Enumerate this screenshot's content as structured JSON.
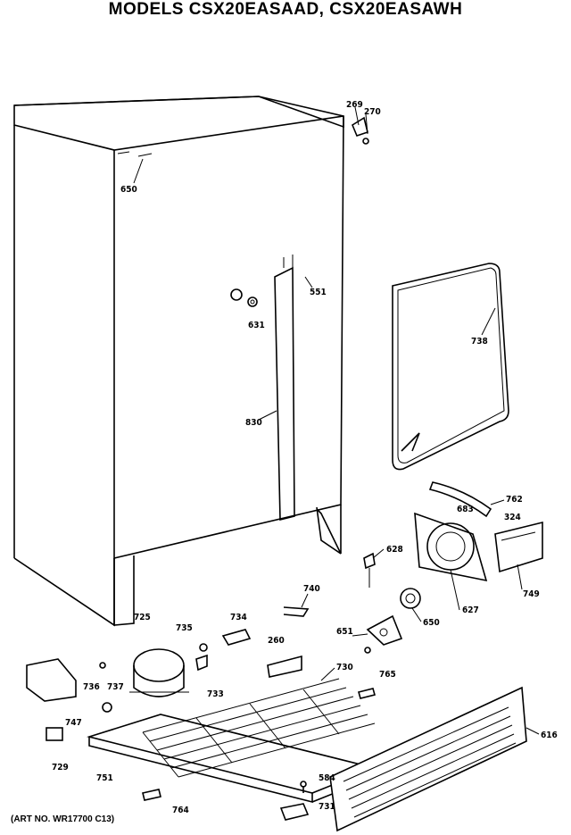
{
  "header": {
    "title": "MODELS CSX20EASAAD, CSX20EASAWH"
  },
  "footer": {
    "art_number": "(ART NO. WR17700 C13)"
  },
  "parts": [
    {
      "id": "p269",
      "label": "269"
    },
    {
      "id": "p270",
      "label": "270"
    },
    {
      "id": "p650a",
      "label": "650"
    },
    {
      "id": "p551",
      "label": "551"
    },
    {
      "id": "p631",
      "label": "631"
    },
    {
      "id": "p738",
      "label": "738"
    },
    {
      "id": "p830",
      "label": "830"
    },
    {
      "id": "p762",
      "label": "762"
    },
    {
      "id": "p683",
      "label": "683"
    },
    {
      "id": "p324",
      "label": "324"
    },
    {
      "id": "p628",
      "label": "628"
    },
    {
      "id": "p740",
      "label": "740"
    },
    {
      "id": "p627",
      "label": "627"
    },
    {
      "id": "p749",
      "label": "749"
    },
    {
      "id": "p725",
      "label": "725"
    },
    {
      "id": "p735",
      "label": "735"
    },
    {
      "id": "p734",
      "label": "734"
    },
    {
      "id": "p650b",
      "label": "650"
    },
    {
      "id": "p651",
      "label": "651"
    },
    {
      "id": "p260",
      "label": "260"
    },
    {
      "id": "p730",
      "label": "730"
    },
    {
      "id": "p765",
      "label": "765"
    },
    {
      "id": "p733",
      "label": "733"
    },
    {
      "id": "p736",
      "label": "736"
    },
    {
      "id": "p737",
      "label": "737"
    },
    {
      "id": "p747",
      "label": "747"
    },
    {
      "id": "p729",
      "label": "729"
    },
    {
      "id": "p751",
      "label": "751"
    },
    {
      "id": "p616",
      "label": "616"
    },
    {
      "id": "p584",
      "label": "584"
    },
    {
      "id": "p764",
      "label": "764"
    },
    {
      "id": "p731",
      "label": "731"
    }
  ]
}
